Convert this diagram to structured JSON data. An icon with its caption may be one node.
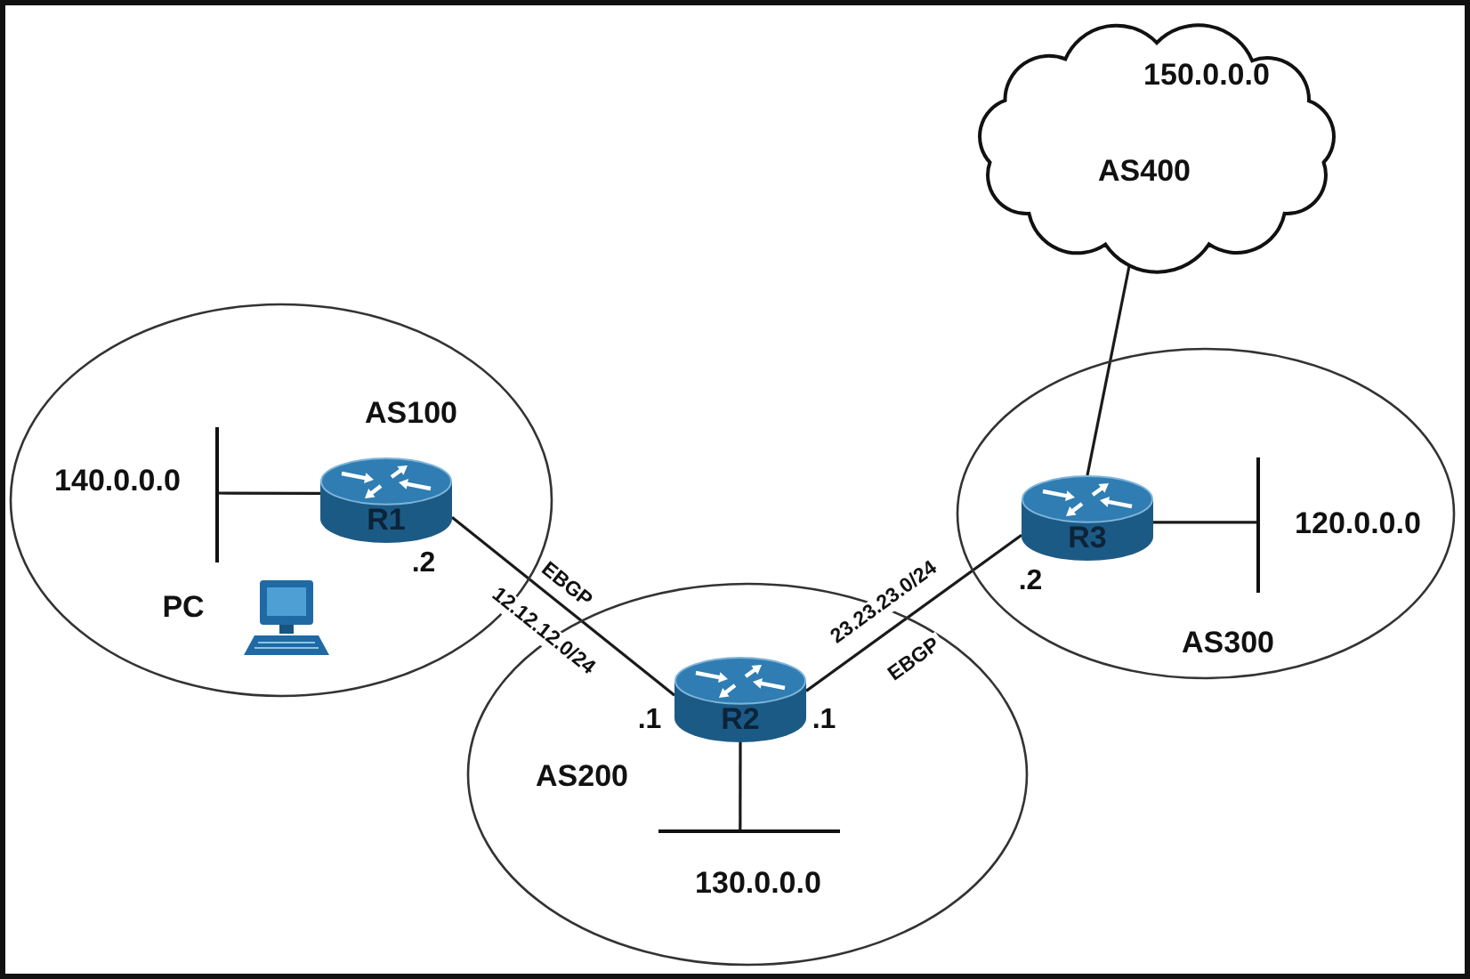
{
  "diagram": {
    "nodes": [
      {
        "text": [
          "150.0.0.0",
          "AS400"
        ]
      },
      {
        "text": [
          "AS100"
        ]
      },
      {
        "text": [
          "R1"
        ],
        "in": 1
      },
      {
        "text": [
          "140.0.0.0"
        ],
        "in": 1
      },
      {
        "text": [
          "PC"
        ],
        "in": 1
      },
      {
        "text": [
          "AS300"
        ]
      },
      {
        "text": [
          "R3"
        ],
        "in": 5
      },
      {
        "text": [
          "120.0.0.0"
        ],
        "in": 5
      },
      {
        "text": [
          "AS200"
        ]
      },
      {
        "text": [
          "R2"
        ],
        "in": 8
      },
      {
        "text": [
          "130.0.0.0"
        ],
        "in": 8
      }
    ],
    "edges": [
      {
        "from": 2,
        "to": 9,
        "arrow": "none",
        "label": "12.12.12.0/24"
      },
      {
        "from": 9,
        "to": 6,
        "arrow": "none",
        "label": "23.23.23.0/24"
      },
      {
        "from": 2,
        "to": 3,
        "arrow": "none"
      },
      {
        "from": 9,
        "to": 10,
        "arrow": "none"
      },
      {
        "from": 6,
        "to": 7,
        "arrow": "none"
      },
      {
        "from": 6,
        "to": 0,
        "arrow": "none"
      }
    ],
    "labels": [
      ".2",
      ".2",
      "EBGP",
      "EBGP",
      ".1",
      ".1"
    ]
  }
}
